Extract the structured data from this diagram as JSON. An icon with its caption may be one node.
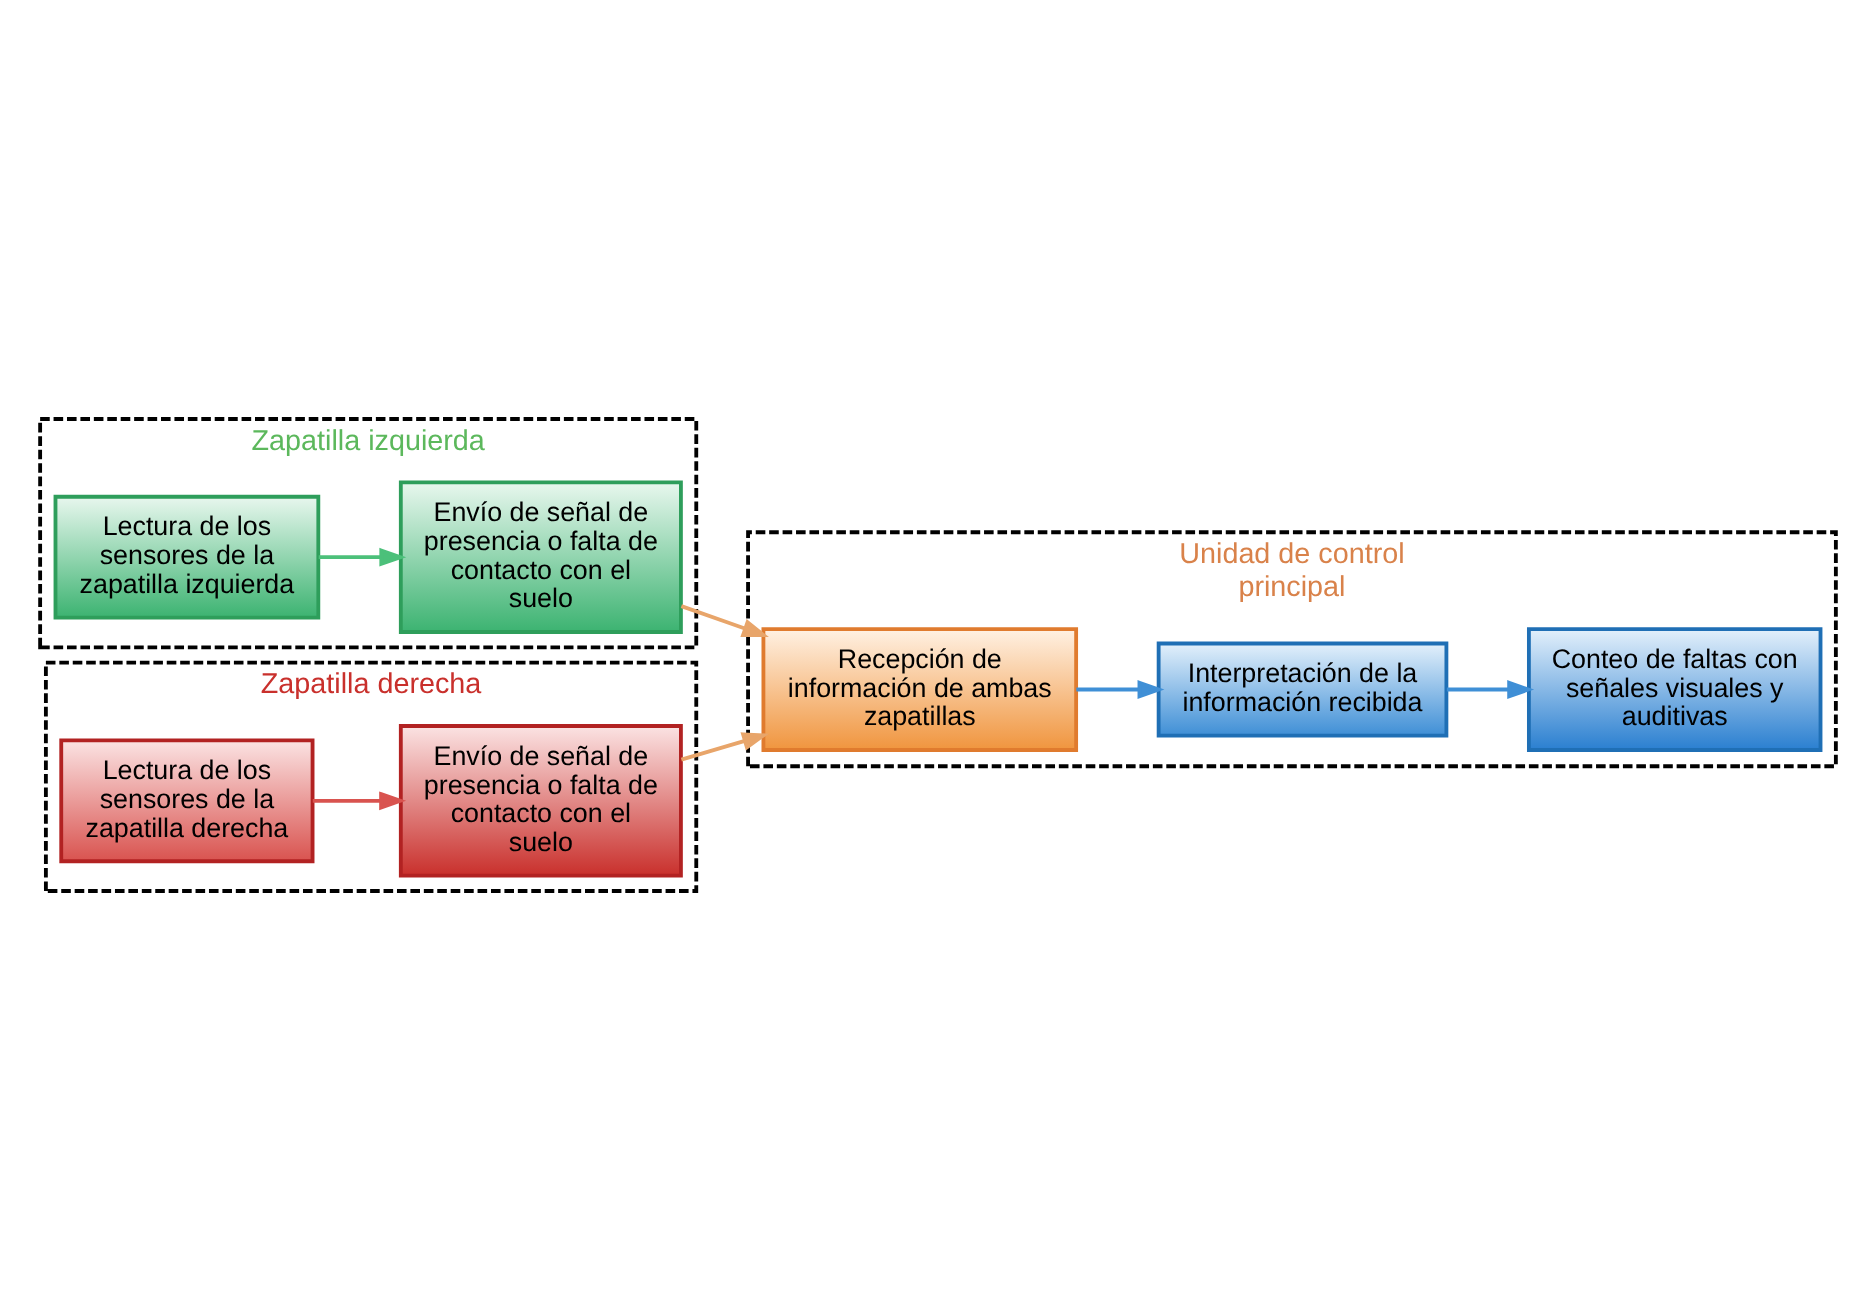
{
  "diagram": {
    "nodes": [
      {
        "text": [
          "Zapatilla izquierda"
        ]
      },
      {
        "text": [
          "Lectura de los sensores de la zapatilla izquierda"
        ],
        "in": 0
      },
      {
        "text": [
          "Envío de señal de presencia o falta de contacto con el suelo"
        ],
        "in": 0
      },
      {
        "text": [
          "Zapatilla derecha"
        ]
      },
      {
        "text": [
          "Lectura de los sensores de la zapatilla derecha"
        ],
        "in": 3
      },
      {
        "text": [
          "Envío de señal de presencia o falta de contacto con el suelo"
        ],
        "in": 3
      },
      {
        "text": [
          "Unidad de control principal"
        ]
      },
      {
        "text": [
          "Recepción de información de ambas zapatillas"
        ],
        "in": 6
      },
      {
        "text": [
          "Interpretación de la información recibida"
        ],
        "in": 6
      },
      {
        "text": [
          "Conteo de faltas con señales visuales y auditivas"
        ],
        "in": 6
      }
    ],
    "edges": [
      {
        "from": 1,
        "to": 2,
        "arrow": "to",
        "color": "#4cc07a"
      },
      {
        "from": 2,
        "to": 7,
        "arrow": "to",
        "color": "#e8a56a"
      },
      {
        "from": 4,
        "to": 5,
        "arrow": "to",
        "color": "#d9534f"
      },
      {
        "from": 5,
        "to": 7,
        "arrow": "to",
        "color": "#e8a56a"
      },
      {
        "from": 7,
        "to": 8,
        "arrow": "to",
        "color": "#3f8fd6"
      },
      {
        "from": 8,
        "to": 9,
        "arrow": "to",
        "color": "#3f8fd6"
      }
    ]
  }
}
